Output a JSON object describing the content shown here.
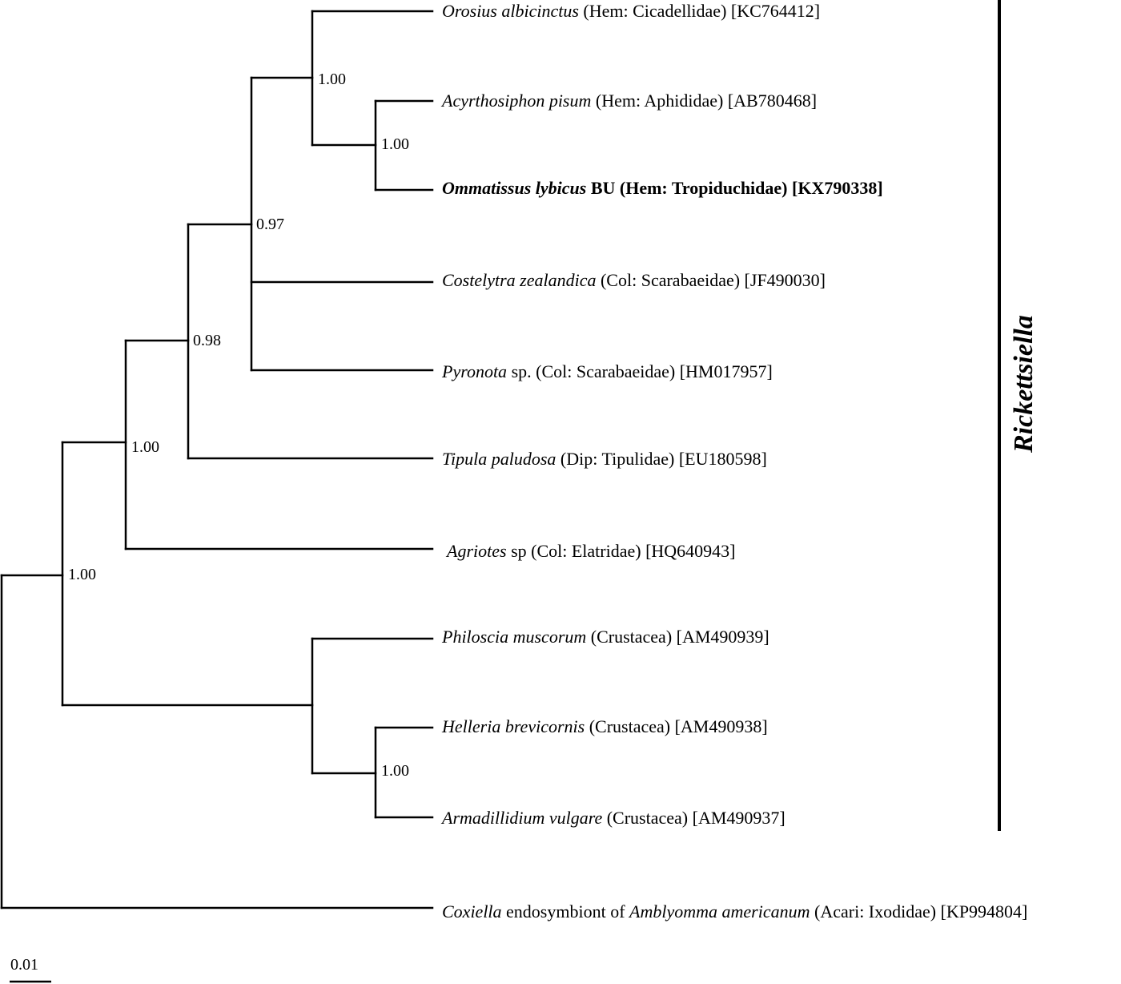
{
  "taxa": [
    {
      "parts": [
        {
          "t": "Orosius albicinctus",
          "i": true
        },
        {
          "t": " (Hem: Cicadellidae) [KC764412]",
          "i": false
        }
      ]
    },
    {
      "parts": [
        {
          "t": "Acyrthosiphon pisum",
          "i": true
        },
        {
          "t": " (Hem: Aphididae) [AB780468]",
          "i": false
        }
      ]
    },
    {
      "parts": [
        {
          "t": "Ommatissus lybicus",
          "i": true
        },
        {
          "t": " BU (Hem: Tropiduchidae) [KX790338]",
          "i": false
        }
      ],
      "bold": true
    },
    {
      "parts": [
        {
          "t": "Costelytra zealandica",
          "i": true
        },
        {
          "t": " (Col: Scarabaeidae) [JF490030]",
          "i": false
        }
      ]
    },
    {
      "parts": [
        {
          "t": "Pyronota",
          "i": true
        },
        {
          "t": " sp. (Col: Scarabaeidae) [HM017957]",
          "i": false
        }
      ]
    },
    {
      "parts": [
        {
          "t": "Tipula paludosa",
          "i": true
        },
        {
          "t": " (Dip: Tipulidae) [EU180598]",
          "i": false
        }
      ]
    },
    {
      "parts": [
        {
          "t": "Agriotes",
          "i": true
        },
        {
          "t": " sp (Col: Elatridae) [HQ640943]",
          "i": false
        }
      ]
    },
    {
      "parts": [
        {
          "t": "Philoscia muscorum",
          "i": true
        },
        {
          "t": " (Crustacea) [AM490939]",
          "i": false
        }
      ]
    },
    {
      "parts": [
        {
          "t": "Helleria brevicornis",
          "i": true
        },
        {
          "t": " (Crustacea) [AM490938]",
          "i": false
        }
      ]
    },
    {
      "parts": [
        {
          "t": "Armadillidium vulgare",
          "i": true
        },
        {
          "t": " (Crustacea) [AM490937]",
          "i": false
        }
      ]
    },
    {
      "parts": [
        {
          "t": "Coxiella",
          "i": true
        },
        {
          "t": " endosymbiont of ",
          "i": false
        },
        {
          "t": "Amblyomma americanum",
          "i": true
        },
        {
          "t": " (Acari: Ixodidae) [KP994804]",
          "i": false
        }
      ]
    }
  ],
  "support_values": [
    "1.00",
    "1.00",
    "0.97",
    "0.98",
    "1.00",
    "1.00",
    "1.00"
  ],
  "clade_label": "Rickettsiella",
  "scale_bar_label": "0.01"
}
